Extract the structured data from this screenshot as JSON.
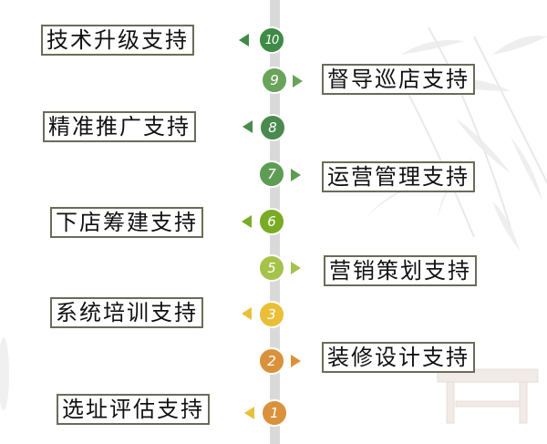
{
  "diagram": {
    "type": "vertical-timeline",
    "colors": {
      "spine": "#d9d9d9",
      "label_border": "#6b6b5a",
      "label_text": "#111111"
    },
    "steps": [
      {
        "num": "1",
        "label": "选址评估支持",
        "side": "left",
        "color": "#d9923b",
        "arrow_color": "#e9c03a"
      },
      {
        "num": "2",
        "label": "装修设计支持",
        "side": "right",
        "color": "#d9923b",
        "arrow_color": "#d9923b"
      },
      {
        "num": "3",
        "label": "系统培训支持",
        "side": "left",
        "color": "#e9bf37",
        "arrow_color": "#e9bf37"
      },
      {
        "num": "5",
        "label": "营销策划支持",
        "side": "right",
        "color": "#a5c24a",
        "arrow_color": "#a5c24a"
      },
      {
        "num": "6",
        "label": "下店筹建支持",
        "side": "left",
        "color": "#7aab25",
        "arrow_color": "#7aab25"
      },
      {
        "num": "7",
        "label": "运营管理支持",
        "side": "right",
        "color": "#5e9c55",
        "arrow_color": "#5e9c55"
      },
      {
        "num": "8",
        "label": "精准推广支持",
        "side": "left",
        "color": "#4a8a4f",
        "arrow_color": "#4a8a4f"
      },
      {
        "num": "9",
        "label": "督导巡店支持",
        "side": "right",
        "color": "#6aa35c",
        "arrow_color": "#6aa35c"
      },
      {
        "num": "10",
        "label": "技术升级支持",
        "side": "left",
        "color": "#3f8a46",
        "arrow_color": "#3f8a46"
      }
    ]
  }
}
